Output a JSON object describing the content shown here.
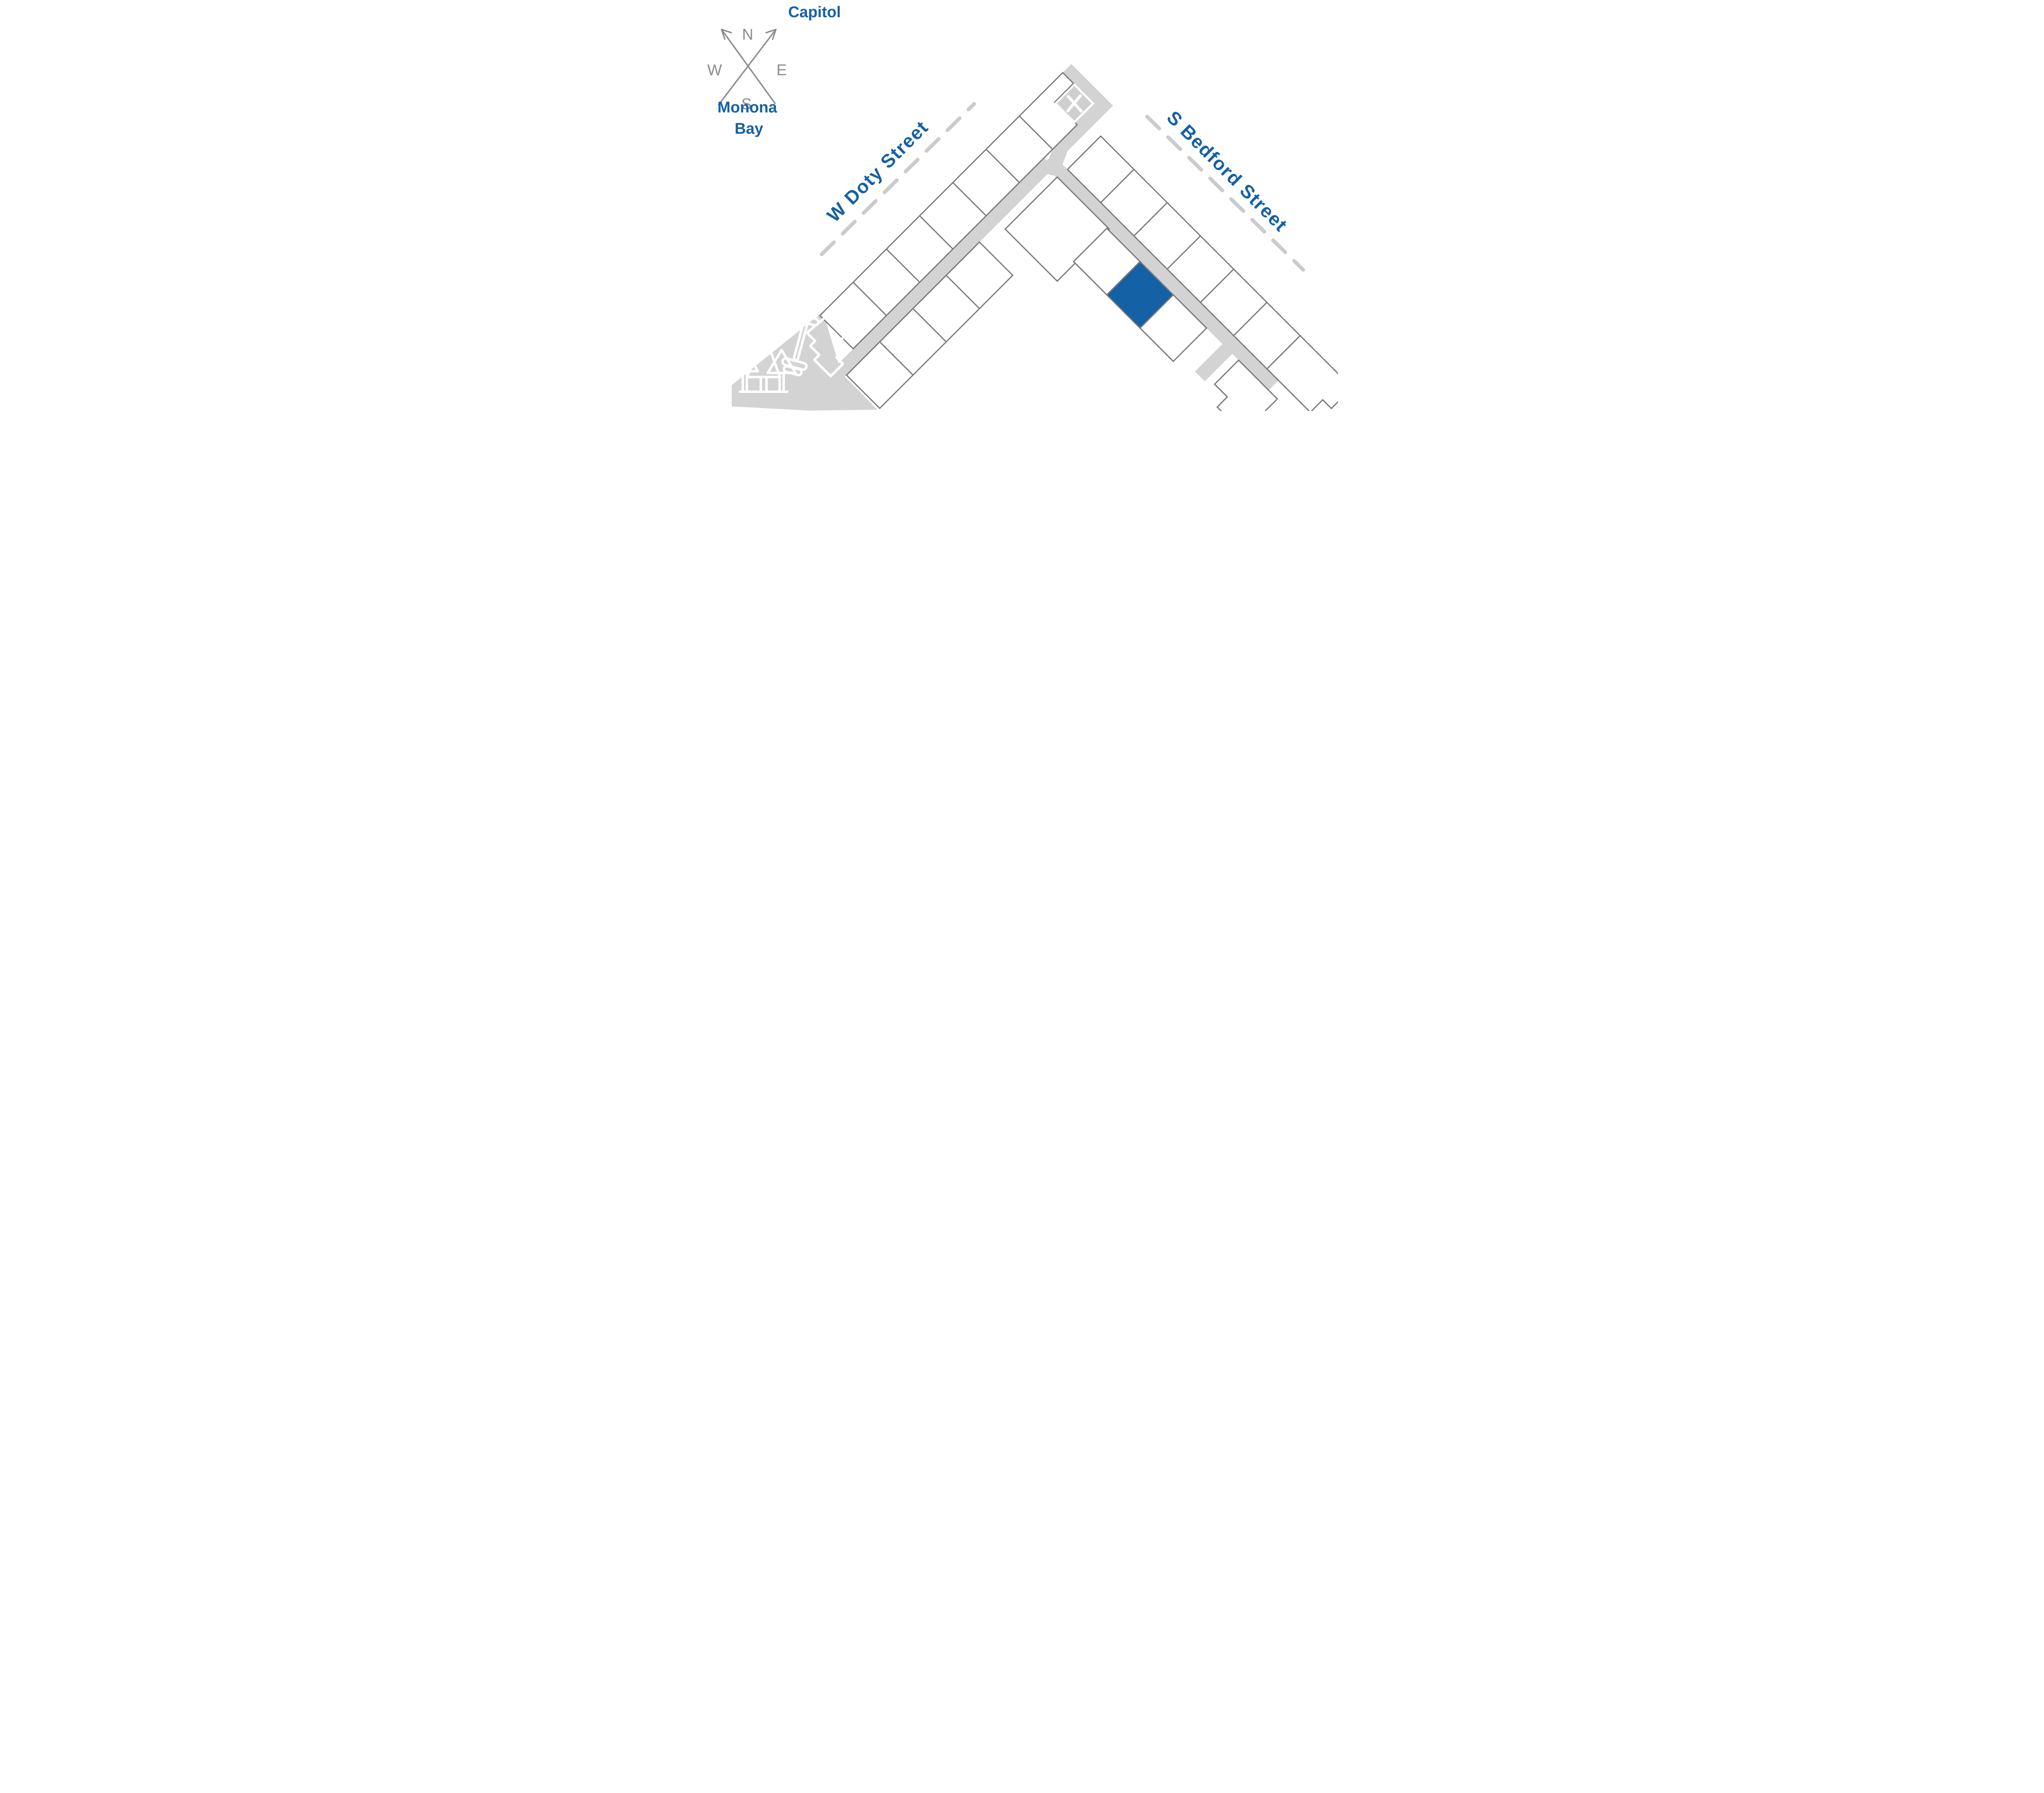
{
  "page": {
    "background": "#ffffff"
  },
  "colors": {
    "accent_blue": "#1561a6",
    "highlight_unit_fill": "#1561a6",
    "unit_outline_gray": "#7a7a7a",
    "corridor_gray": "#d3d3d3",
    "street_dash_gray": "#cbcbcb",
    "compass_gray": "#8c8c8c",
    "icon_white": "#ffffff"
  },
  "compass": {
    "n": "N",
    "e": "E",
    "s": "S",
    "w": "W"
  },
  "landmarks": {
    "capitol": "Capitol",
    "monona_line1": "Monona",
    "monona_line2": "Bay"
  },
  "streets": {
    "doty": "W Doty Street",
    "bedford": "S Bedford Street"
  },
  "markers": {
    "entrance_marker_symbol": "X",
    "highlighted_unit_color": "#1561a6"
  },
  "icons": [
    "compass-rose-icon",
    "entrance-x-icon",
    "dumbbell-icon",
    "pine-trees-icon",
    "building-outline-icon"
  ]
}
